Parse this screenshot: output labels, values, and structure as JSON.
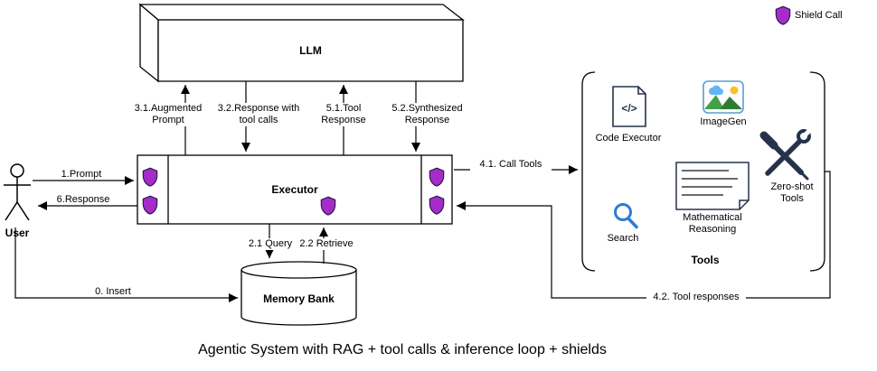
{
  "title": "Agentic System with RAG + tool calls & inference loop + shields",
  "legend": {
    "shield_label": "Shield Call"
  },
  "nodes": {
    "llm": "LLM",
    "executor": "Executor",
    "user": "User",
    "memory_bank": "Memory Bank"
  },
  "tools": {
    "group_label": "Tools",
    "code_executor": "Code Executor",
    "code_glyph": "</>",
    "imagegen": "ImageGen",
    "search": "Search",
    "math_reasoning": "Mathematical Reasoning",
    "zero_shot": "Zero-shot Tools"
  },
  "edges": {
    "insert": "0. Insert",
    "prompt": "1.Prompt",
    "query": "2.1 Query",
    "retrieve": "2.2 Retrieve",
    "augmented_prompt": "3.1.Augmented Prompt",
    "response_with_tool_calls": "3.2.Response with tool calls",
    "call_tools": "4.1. Call Tools",
    "tool_responses": "4.2. Tool responses",
    "tool_response": "5.1.Tool Response",
    "synthesized_response": "5.2.Synthesized Response",
    "response": "6.Response"
  },
  "colors": {
    "shield_fill": "#A52CC9",
    "shield_stroke": "#23194B",
    "search_blue": "#2E7BD6",
    "mountain_green": "#43A047",
    "sun_yellow": "#FBC02D",
    "cloud_blue": "#64B5F6",
    "icon_dark": "#26324B",
    "line_black": "#000000"
  }
}
